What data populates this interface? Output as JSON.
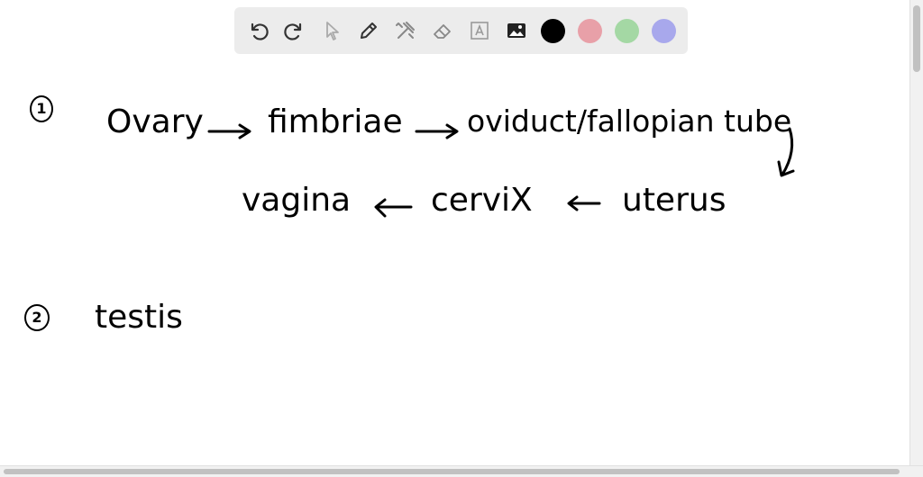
{
  "toolbar": {
    "tools": [
      {
        "name": "undo-icon"
      },
      {
        "name": "redo-icon"
      },
      {
        "name": "pointer-icon"
      },
      {
        "name": "pen-icon"
      },
      {
        "name": "tools-icon"
      },
      {
        "name": "eraser-icon"
      },
      {
        "name": "text-icon"
      },
      {
        "name": "image-icon"
      }
    ],
    "colors": [
      "#000000",
      "#e8a0a8",
      "#a4d8a4",
      "#a8a8ec"
    ]
  },
  "notes": {
    "item1_number": "1",
    "ovary": "Ovary",
    "fimbriae": "fimbriae",
    "oviduct": "oviduct/fallopian tube",
    "vagina": "vagina",
    "cervix": "cerviX",
    "uterus": "uterus",
    "item2_number": "2",
    "testis": "testis"
  }
}
